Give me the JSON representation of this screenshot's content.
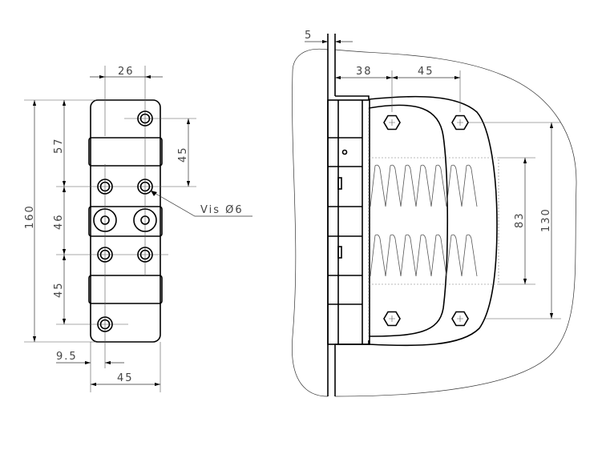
{
  "front_view": {
    "dims": {
      "hole_spacing_top": "26",
      "total_height": "160",
      "upper_segment": "57",
      "middle_segment": "46",
      "lower_segment": "45",
      "top_hole_offset": "45",
      "edge_offset": "9.5",
      "width": "45"
    },
    "callout": "Vis Ø6"
  },
  "side_view": {
    "dims": {
      "wall_thickness": "5",
      "first_bolt_offset": "38",
      "bolt_spacing": "45",
      "spring_spacing": "83",
      "bolt_vertical_spacing": "130"
    }
  }
}
